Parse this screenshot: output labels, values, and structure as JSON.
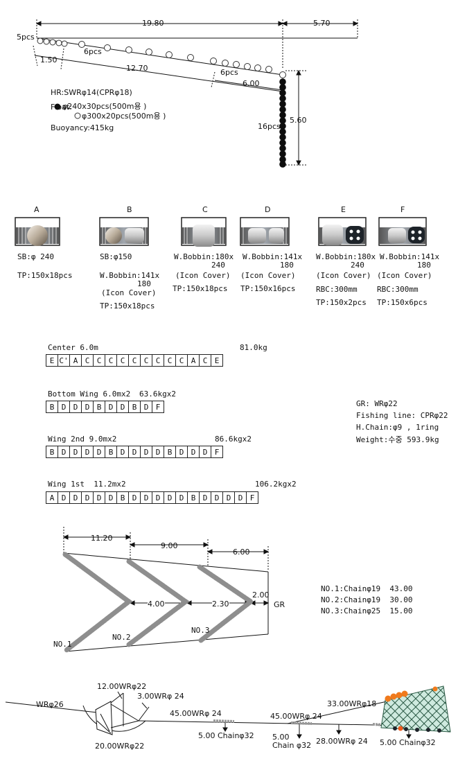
{
  "top": {
    "dim_19_80": "19.80",
    "dim_5_70": "5.70",
    "dim_1_50": "1.50",
    "dim_12_70": "12.70",
    "dim_6_00": "6.00",
    "dim_5_60": "5.60",
    "pcs_5": "5pcs",
    "pcs_6a": "6pcs",
    "pcs_6b": "6pcs",
    "pcs_16": "16pcs",
    "hr": "HR:SWRφ14(CPRφ18)",
    "float_label": "Float:",
    "float_1": "φ240x30pcs(500m용 )",
    "float_2": "φ300x20pcs(500m용 )",
    "buoyancy": "Buoyancy:415kg"
  },
  "bobbins": [
    {
      "letter": "A",
      "lines": [
        "SB:φ 240",
        "",
        "TP:150x18pcs"
      ]
    },
    {
      "letter": "B",
      "lines": [
        "SB:φ150",
        "",
        "W.Bobbin:141x",
        "180",
        "(Icon Cover)",
        "",
        "TP:150x18pcs"
      ]
    },
    {
      "letter": "C",
      "lines": [
        "W.Bobbin:180x",
        "240",
        "(Icon Cover)",
        "TP:150x18pcs"
      ]
    },
    {
      "letter": "D",
      "lines": [
        "W.Bobbin:141x",
        "180",
        "(Icon Cover)",
        "TP:150x16pcs"
      ]
    },
    {
      "letter": "E",
      "lines": [
        "W.Bobbin:180x",
        "240",
        "(Icon Cover)",
        "RBC:300mm",
        "TP:150x2pcs"
      ]
    },
    {
      "letter": "F",
      "lines": [
        "W.Bobbin:141x",
        "180",
        "(Icon Cover)",
        "RBC:300mm",
        "TP:150x6pcs"
      ]
    }
  ],
  "groundrope": {
    "center": {
      "label": "Center 6.0m",
      "weight": "81.0kg",
      "cells": [
        "E",
        "C'",
        "A",
        "C",
        "C",
        "C",
        "C",
        "C",
        "C",
        "C",
        "C",
        "C",
        "A",
        "C",
        "E"
      ]
    },
    "bottom_wing": {
      "label": "Bottom Wing 6.0mx2",
      "weight": "63.6kgx2",
      "cells": [
        "B",
        "D",
        "D",
        "D",
        "B",
        "D",
        "D",
        "B",
        "D",
        "F"
      ]
    },
    "wing_2nd": {
      "label": "Wing 2nd 9.0mx2",
      "weight": "86.6kgx2",
      "cells": [
        "B",
        "D",
        "D",
        "D",
        "D",
        "B",
        "D",
        "D",
        "D",
        "D",
        "B",
        "D",
        "D",
        "D",
        "F"
      ]
    },
    "wing_1st": {
      "label": "Wing 1st  11.2mx2",
      "weight": "106.2kgx2",
      "cells": [
        "A",
        "D",
        "D",
        "D",
        "D",
        "D",
        "B",
        "D",
        "D",
        "D",
        "D",
        "D",
        "B",
        "D",
        "D",
        "D",
        "D",
        "F"
      ]
    },
    "specs": [
      "GR: WRφ22",
      "Fishing line: CPRφ22",
      "H.Chain:φ9 , 1ring",
      "Weight:수중 593.9kg"
    ]
  },
  "chains": {
    "dim_11_20": "11.20",
    "dim_9_00": "9.00",
    "dim_6_00": "6.00",
    "dim_4_00": "4.00",
    "dim_2_30": "2.30",
    "dim_2_00": "2.00",
    "gr": "GR",
    "no1": "NO.1",
    "no2": "NO.2",
    "no3": "NO.3",
    "legend": [
      "NO.1:Chainφ19  43.00",
      "NO.2:Chainφ19  30.00",
      "NO.3:Chainφ25  15.00"
    ]
  },
  "rigging": {
    "wr26": "WRφ26",
    "wr22_top": "12.00WRφ22",
    "wr24_top": "3.00WRφ 24",
    "wr22_bottom": "20.00WRφ22",
    "wr24_45a": "45.00WRφ 24",
    "wr24_45b": "45.00WRφ 24",
    "chain32a": "5.00 Chainφ32",
    "chain32b_1": "5.00",
    "chain32b_2": "Chain φ32",
    "wr24_28": "28.00WRφ 24",
    "wr18": "33.00WRφ18",
    "chain32c": "5.00 Chainφ32"
  }
}
